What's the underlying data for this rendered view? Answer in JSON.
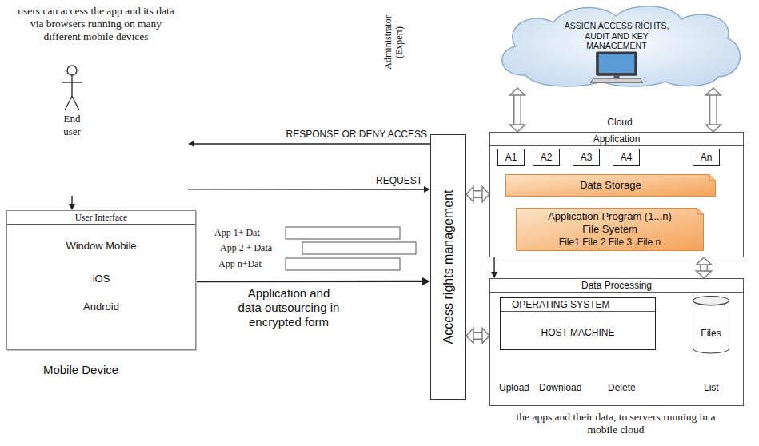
{
  "diagram": {
    "nodes": [
      {
        "text": [
          "End user"
        ]
      },
      {
        "text": [
          "User Interface",
          "Window Mobile",
          "iOS",
          "Android",
          "Mobile Device"
        ]
      },
      {
        "text": [
          "Access rights management"
        ]
      },
      {
        "text": [
          "ASSIGN ACCESS RIGHTS, AUDIT AND KEY MANAGEMENT"
        ]
      },
      {
        "text": [
          "Application"
        ]
      },
      {
        "text": [
          "A1"
        ],
        "in": 4
      },
      {
        "text": [
          "A2"
        ],
        "in": 4
      },
      {
        "text": [
          "A3"
        ],
        "in": 4
      },
      {
        "text": [
          "A4"
        ],
        "in": 4
      },
      {
        "text": [
          "An"
        ],
        "in": 4
      },
      {
        "text": [
          "Data Storage"
        ],
        "in": 4
      },
      {
        "text": [
          "Application Program (1...n) File Syetem",
          "File1 File 2 File 3 .File n"
        ],
        "in": 4
      },
      {
        "text": [
          "Data Processing"
        ]
      },
      {
        "text": [
          "OPERATING SYSTEM",
          "HOST MACHINE"
        ],
        "in": 12
      },
      {
        "text": [
          "Files"
        ],
        "in": 12
      }
    ],
    "edges": [
      {
        "from": 2,
        "to": 0,
        "arrow": "to",
        "label": "RESPONSE OR DENY ACCESS"
      },
      {
        "from": 0,
        "to": 2,
        "arrow": "to",
        "label": "REQUEST"
      },
      {
        "from": 0,
        "to": 1,
        "arrow": "to"
      },
      {
        "from": 1,
        "to": 2,
        "arrow": "to",
        "label": "Application and data outsourcing in encrypted form"
      },
      {
        "from": 3,
        "to": 4,
        "arrow": "both"
      },
      {
        "from": 3,
        "to": 4,
        "arrow": "both"
      },
      {
        "from": 2,
        "to": 4,
        "arrow": "both"
      },
      {
        "from": 2,
        "to": 12,
        "arrow": "both"
      },
      {
        "from": 4,
        "to": 12,
        "arrow": "both"
      },
      {
        "from": 4,
        "to": 12,
        "arrow": "to"
      },
      {
        "from": 5,
        "to": 10,
        "arrow": "to"
      },
      {
        "from": 6,
        "to": 10,
        "arrow": "to"
      },
      {
        "from": 7,
        "to": 10,
        "arrow": "to"
      },
      {
        "from": 8,
        "to": 10,
        "arrow": "to"
      },
      {
        "from": 9,
        "to": 10,
        "arrow": "to"
      },
      {
        "from": 10,
        "to": 11,
        "arrow": "both"
      },
      {
        "from": 13,
        "to": 14,
        "arrow": "both"
      }
    ],
    "labels": [
      "users can access the app and its data via browsers running on many different mobile devices",
      "Administrator (Expert)",
      "Cloud",
      "App 1+ Dat",
      "App 2 + Data",
      "App n+Dat",
      "Upload",
      "Download",
      "Delete",
      "List",
      "the apps and their data, to servers running in a mobile cloud"
    ]
  }
}
